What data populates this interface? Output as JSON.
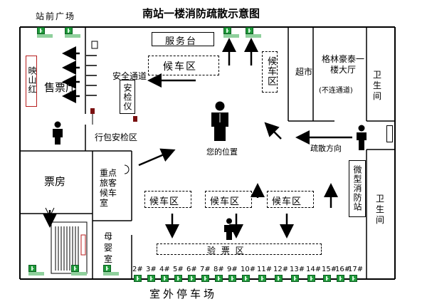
{
  "title": "南站一楼消防疏散示意图",
  "plaza_top": "站前广场",
  "plaza_bottom": "室外停车场",
  "service_desk": "服务台",
  "waiting_areas": [
    "候车区",
    "候车区",
    "候车区",
    "候车区",
    "候车区"
  ],
  "ticket_hall": "售票厅",
  "yingshanhong": "映山红",
  "security_channel": "安全通道",
  "scanner": "安检仪",
  "baggage_area": "行包安检区",
  "ticket_office": "票房",
  "key_passenger_room": "重点旅客候车室",
  "mother_baby_room": "母婴室",
  "supermarket": "超市",
  "hotel": "格林豪泰一楼大厅",
  "hotel_note": "(不连通道)",
  "restroom_top": "卫生间",
  "restroom_bottom": "卫生间",
  "fire_station": "微型消防站",
  "your_location": "您的位置",
  "evacuation_direction": "疏散方向",
  "ticket_check": "验 票 区",
  "gates": [
    "2#",
    "3#",
    "4#",
    "5#",
    "6#",
    "7#",
    "8#",
    "9#",
    "10#",
    "11#",
    "12#",
    "13#",
    "14#",
    "15#",
    "16#",
    "17#"
  ],
  "colors": {
    "exit_green": "#1f9a3a",
    "red_frame": "#b81e1e",
    "maroon": "#7a1010",
    "line": "#000000"
  }
}
